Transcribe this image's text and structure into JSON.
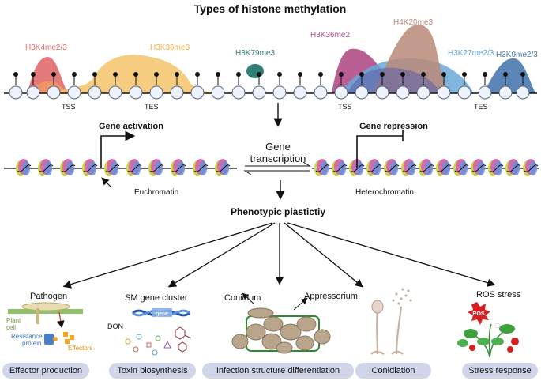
{
  "title": "Types of histone methylation",
  "marks": {
    "h3k4": "H3K4me2/3",
    "h3k36me3": "H3K36me3",
    "h3k79": "H3K79me3",
    "h3k36me2": "H3K36me2",
    "h4k20": "H4K20me3",
    "h3k27": "H3K27me2/3",
    "h3k9": "H3K9me2/3"
  },
  "sites": {
    "tss1": "TSS",
    "tes1": "TES",
    "tss2": "TSS",
    "tes2": "TES"
  },
  "gene_transcription": [
    "Gene",
    "transcription"
  ],
  "gene_activation": "Gene activation",
  "gene_repression": "Gene repression",
  "euchromatin": "Euchromatin",
  "heterochromatin": "Heterochromatin",
  "phenotypic": "Phenotypic plastictiy",
  "panel_pathogen": {
    "title": "Pathogen",
    "plant_cell": [
      "Plant",
      "cell"
    ],
    "resistance": [
      "Resistance",
      "protein"
    ],
    "effectors": "Effectors"
  },
  "panel_sm": {
    "title": "SM gene cluster",
    "gene": "gene",
    "don": "DON"
  },
  "panel_infection": {
    "conidium": "Conidium",
    "appressorium": "Appressorium"
  },
  "panel_ros": {
    "title": "ROS stress",
    "ros": "ROS"
  },
  "outcomes": [
    "Effector production",
    "Toxin biosynthesis",
    "Infection structure differentiation",
    "Conidiation",
    "Stress response"
  ],
  "colors": {
    "h3k4": "#e06a6a",
    "h3k36me3": "#f5c46a",
    "h3k79": "#2f7f77",
    "h3k36me2": "#b04d86",
    "h4k20": "#b98a78",
    "h3k27": "#6aa8d8",
    "h3k9": "#4a78b0",
    "pill": "#cfd6ea"
  }
}
